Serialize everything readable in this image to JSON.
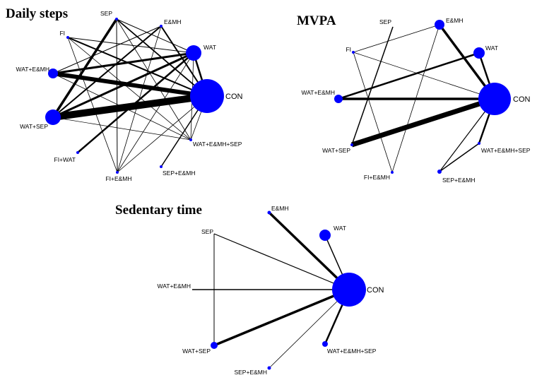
{
  "panels": [
    {
      "id": "daily-steps",
      "title": "Daily steps",
      "nodes": [
        {
          "id": "SEP",
          "label": "SEP",
          "size": 2
        },
        {
          "id": "E&MH",
          "label": "E&MH",
          "size": 2
        },
        {
          "id": "FI",
          "label": "FI",
          "size": 2
        },
        {
          "id": "WAT",
          "label": "WAT",
          "size": 11
        },
        {
          "id": "WAT+E&MH",
          "label": "WAT+E&MH",
          "size": 7
        },
        {
          "id": "CON",
          "label": "CON",
          "size": 24
        },
        {
          "id": "WAT+SEP",
          "label": "WAT+SEP",
          "size": 11
        },
        {
          "id": "WAT+E&MH+SEP",
          "label": "WAT+E&MH+SEP",
          "size": 2
        },
        {
          "id": "FI+WAT",
          "label": "FI+WAT",
          "size": 2
        },
        {
          "id": "SEP+E&MH",
          "label": "SEP+E&MH",
          "size": 2
        },
        {
          "id": "FI+E&MH",
          "label": "FI+E&MH",
          "size": 2
        }
      ],
      "edges": [
        [
          "WAT+SEP",
          "CON",
          10
        ],
        [
          "WAT+E&MH",
          "CON",
          6
        ],
        [
          "WAT+E&MH",
          "WAT",
          3
        ],
        [
          "WAT+SEP",
          "WAT",
          3
        ],
        [
          "WAT+SEP",
          "SEP",
          3.5
        ],
        [
          "WAT+SEP",
          "E&MH",
          2
        ],
        [
          "WAT",
          "CON",
          2.5
        ],
        [
          "E&MH",
          "CON",
          2
        ],
        [
          "SEP",
          "CON",
          1.8
        ],
        [
          "FI+WAT",
          "WAT",
          2.5
        ],
        [
          "FI",
          "WAT",
          1
        ],
        [
          "FI",
          "CON",
          2
        ],
        [
          "FI",
          "WAT+E&MH+SEP",
          0.8
        ],
        [
          "FI",
          "FI+E&MH",
          0.8
        ],
        [
          "SEP",
          "WAT",
          1
        ],
        [
          "SEP",
          "FI+E&MH",
          1
        ],
        [
          "SEP",
          "WAT+E&MH+SEP",
          0.8
        ],
        [
          "E&MH",
          "FI+E&MH",
          0.8
        ],
        [
          "E&MH",
          "WAT+E&MH",
          1
        ],
        [
          "WAT+E&MH",
          "WAT+E&MH+SEP",
          0.8
        ],
        [
          "WAT+SEP",
          "WAT+E&MH+SEP",
          0.7
        ],
        [
          "WAT",
          "FI+E&MH",
          0.8
        ],
        [
          "WAT",
          "WAT+E&MH+SEP",
          0.8
        ],
        [
          "CON",
          "FI+E&MH",
          0.8
        ],
        [
          "CON",
          "SEP+E&MH",
          1.5
        ],
        [
          "CON",
          "WAT+E&MH+SEP",
          0.8
        ]
      ]
    },
    {
      "id": "mvpa",
      "title": "MVPA",
      "nodes": [
        {
          "id": "SEP",
          "label": "SEP",
          "size": 0
        },
        {
          "id": "E&MH",
          "label": "E&MH",
          "size": 7
        },
        {
          "id": "FI",
          "label": "FI",
          "size": 2
        },
        {
          "id": "WAT",
          "label": "WAT",
          "size": 8
        },
        {
          "id": "WAT+E&MH",
          "label": "WAT+E&MH",
          "size": 6
        },
        {
          "id": "CON",
          "label": "CON",
          "size": 23
        },
        {
          "id": "WAT+SEP",
          "label": "WAT+SEP",
          "size": 2
        },
        {
          "id": "WAT+E&MH+SEP",
          "label": "WAT+E&MH+SEP",
          "size": 2
        },
        {
          "id": "FI+E&MH",
          "label": "FI+E&MH",
          "size": 2
        },
        {
          "id": "SEP+E&MH",
          "label": "SEP+E&MH",
          "size": 3
        }
      ],
      "edges": [
        [
          "WAT+SEP",
          "CON",
          7
        ],
        [
          "WAT+E&MH",
          "CON",
          3.5
        ],
        [
          "WAT+E&MH",
          "WAT",
          2.5
        ],
        [
          "E&MH",
          "CON",
          3.5
        ],
        [
          "WAT",
          "CON",
          2.5
        ],
        [
          "WAT+SEP",
          "SEP",
          1.5
        ],
        [
          "FI",
          "E&MH",
          0.8
        ],
        [
          "FI",
          "CON",
          0.8
        ],
        [
          "FI",
          "FI+E&MH",
          0.8
        ],
        [
          "E&MH",
          "FI+E&MH",
          0.8
        ],
        [
          "CON",
          "SEP+E&MH",
          1.2
        ],
        [
          "CON",
          "WAT+E&MH+SEP",
          2.5
        ],
        [
          "SEP+E&MH",
          "WAT+E&MH+SEP",
          1.5
        ]
      ]
    },
    {
      "id": "sedentary-time",
      "title": "Sedentary time",
      "nodes": [
        {
          "id": "E&MH",
          "label": "E&MH",
          "size": 2.5
        },
        {
          "id": "WAT",
          "label": "WAT",
          "size": 8
        },
        {
          "id": "SEP",
          "label": "SEP",
          "size": 0
        },
        {
          "id": "WAT+E&MH",
          "label": "WAT+E&MH",
          "size": 0
        },
        {
          "id": "CON",
          "label": "CON",
          "size": 24
        },
        {
          "id": "WAT+SEP",
          "label": "WAT+SEP",
          "size": 5
        },
        {
          "id": "WAT+E&MH+SEP",
          "label": "WAT+E&MH+SEP",
          "size": 4
        },
        {
          "id": "SEP+E&MH",
          "label": "SEP+E&MH",
          "size": 2.5
        }
      ],
      "edges": [
        [
          "E&MH",
          "CON",
          3.5
        ],
        [
          "WAT",
          "CON",
          1.5
        ],
        [
          "SEP",
          "CON",
          1.2
        ],
        [
          "WAT+E&MH",
          "CON",
          1.5
        ],
        [
          "WAT+SEP",
          "CON",
          3.5
        ],
        [
          "WAT+SEP",
          "SEP",
          1
        ],
        [
          "WAT+E&MH+SEP",
          "CON",
          2.5
        ],
        [
          "SEP+E&MH",
          "CON",
          0.8
        ]
      ]
    }
  ]
}
